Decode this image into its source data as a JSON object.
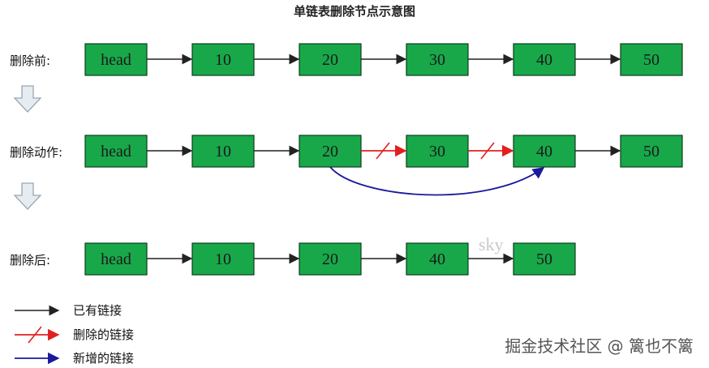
{
  "title": "单链表删除节点示意图",
  "rows": [
    {
      "label": "删除前:",
      "nodes": [
        "head",
        "10",
        "20",
        "30",
        "40",
        "50"
      ]
    },
    {
      "label": "删除动作:",
      "nodes": [
        "head",
        "10",
        "20",
        "30",
        "40",
        "50"
      ]
    },
    {
      "label": "删除后:",
      "nodes": [
        "head",
        "10",
        "20",
        "40",
        "50"
      ]
    }
  ],
  "legend": [
    {
      "label": "已有链接",
      "color": "#222222"
    },
    {
      "label": "删除的链接",
      "color": "#e02020"
    },
    {
      "label": "新增的链接",
      "color": "#1a1a9a"
    }
  ],
  "watermark": "掘金技术社区 @ 篱也不篱",
  "overlay_text": "sky",
  "colors": {
    "node_fill": "#18a84a",
    "node_border": "#0b3d1c",
    "existing_link": "#222222",
    "deleted_link": "#e02020",
    "new_link": "#1a1a9a",
    "step_arrow": "#9aa6b2"
  }
}
